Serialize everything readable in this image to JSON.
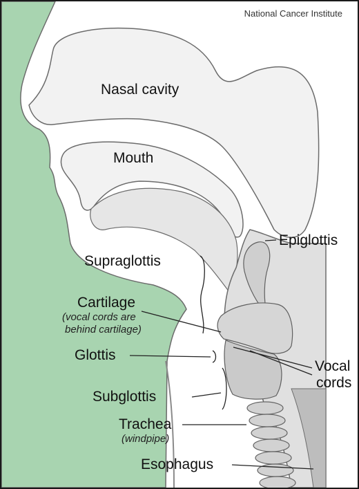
{
  "credit": "National Cancer Institute",
  "labels": {
    "nasal_cavity": "Nasal cavity",
    "mouth": "Mouth",
    "epiglottis": "Epiglottis",
    "supraglottis": "Supraglottis",
    "cartilage": "Cartilage",
    "cartilage_note_1": "(vocal cords are",
    "cartilage_note_2": "behind cartilage)",
    "glottis": "Glottis",
    "vocal_cords_1": "Vocal",
    "vocal_cords_2": "cords",
    "subglottis": "Subglottis",
    "trachea": "Trachea",
    "trachea_note": "(windpipe)",
    "esophagus": "Esophagus"
  },
  "colors": {
    "skin": "#a8d4b0",
    "outline": "#6b6b6b",
    "tissue": "#f2f2f2",
    "cartilage": "#d8d8d8"
  }
}
